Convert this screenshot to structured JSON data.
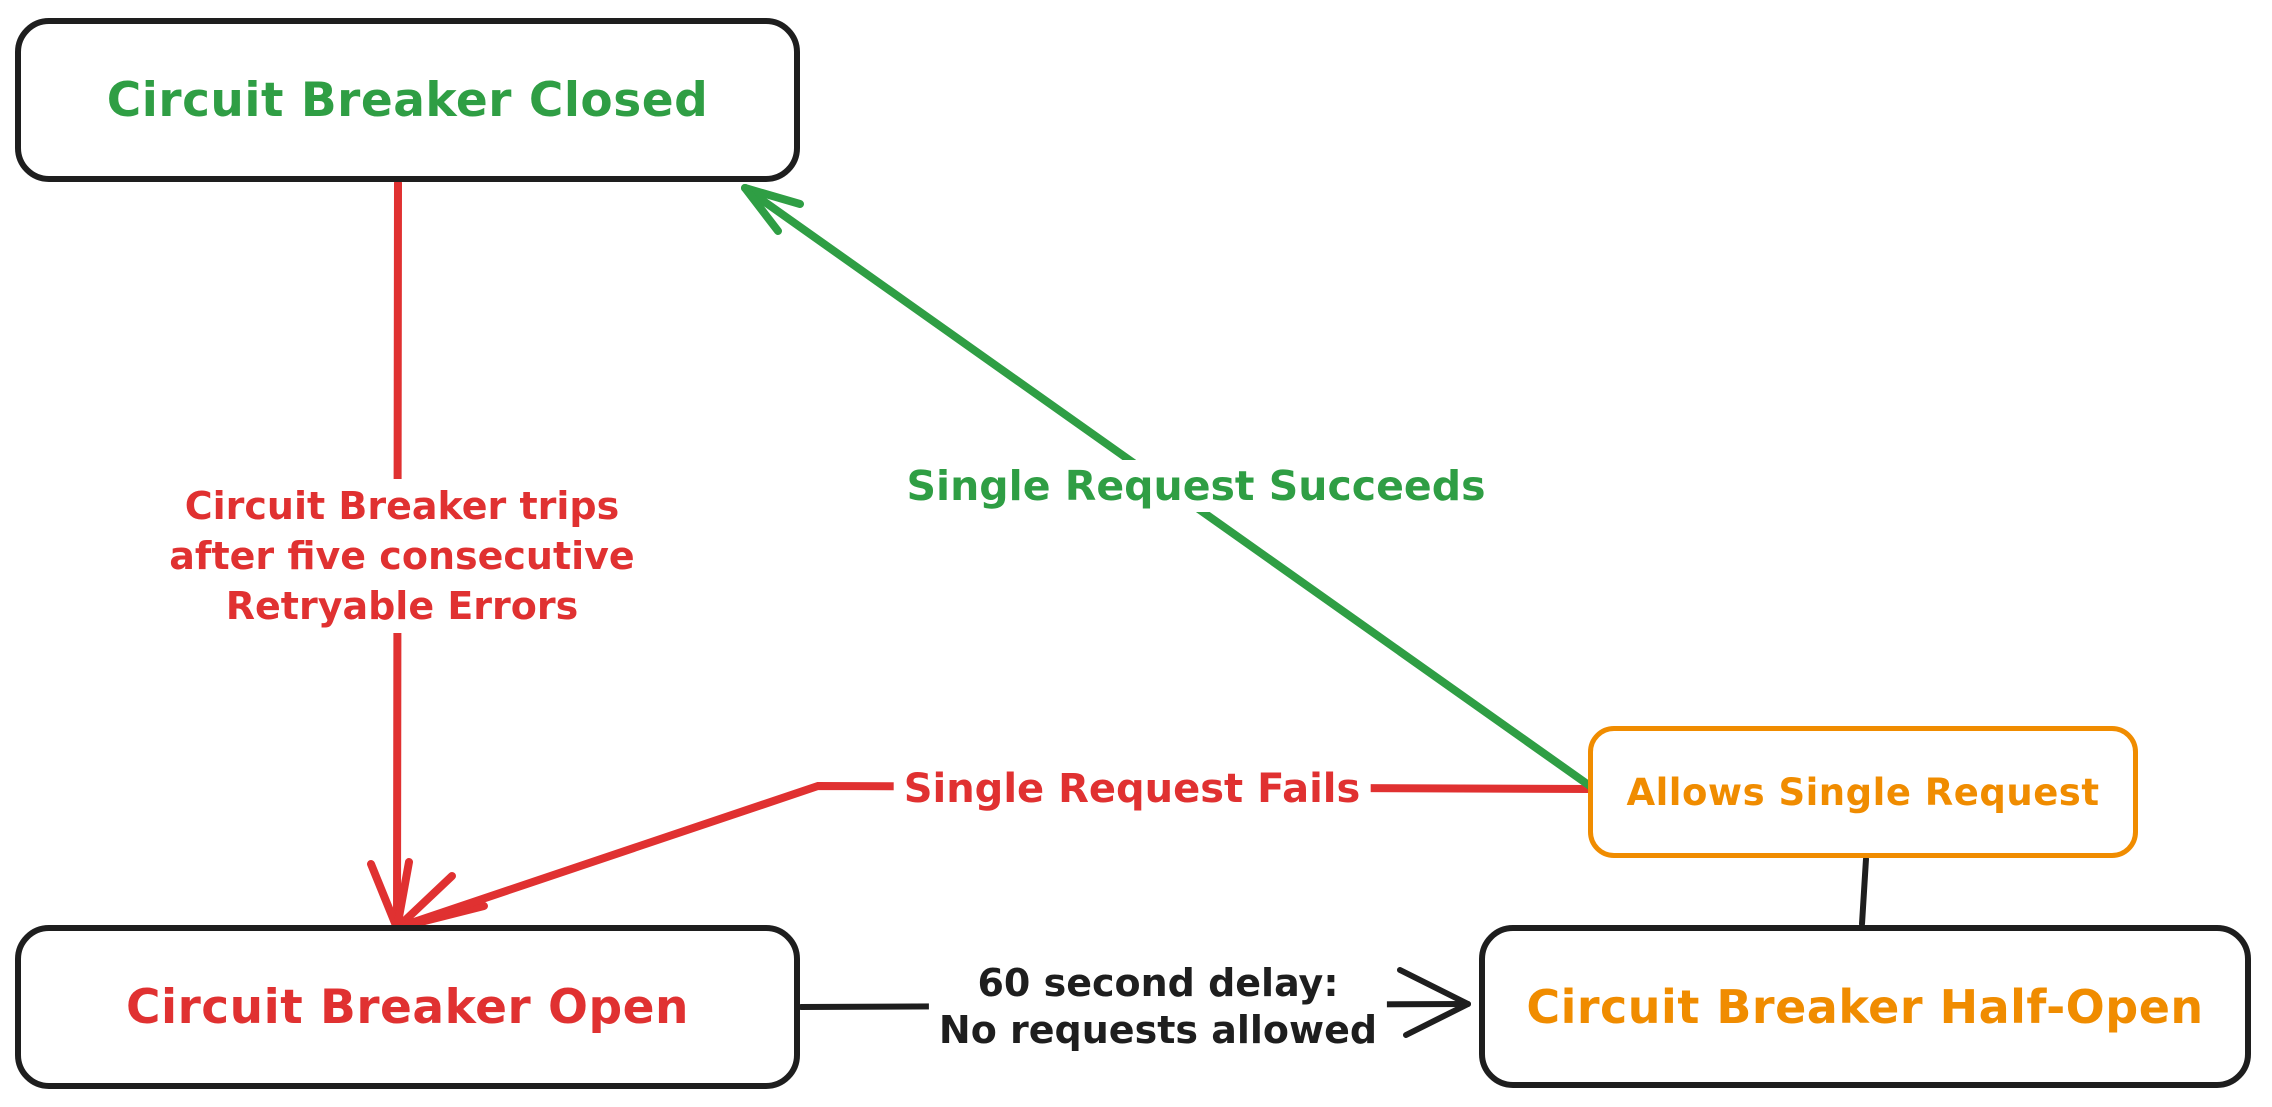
{
  "canvas": {
    "background": "#ffffff",
    "stroke_color": "#1e1e1e"
  },
  "colors": {
    "green": "#2f9e44",
    "red": "#e03131",
    "orange": "#f08c00",
    "black": "#1e1e1e"
  },
  "nodes": {
    "closed": {
      "label": "Circuit Breaker Closed",
      "text_color": "#2f9e44",
      "border_color": "#1e1e1e"
    },
    "open": {
      "label": "Circuit Breaker Open",
      "text_color": "#e03131",
      "border_color": "#1e1e1e"
    },
    "half_open": {
      "label": "Circuit Breaker Half-Open",
      "text_color": "#f08c00",
      "border_color": "#1e1e1e"
    },
    "allows": {
      "label": "Allows Single Request",
      "text_color": "#f08c00",
      "border_color": "#f08c00"
    }
  },
  "edges": {
    "trips": {
      "lines": [
        "Circuit Breaker trips",
        "after five consecutive",
        "Retryable Errors"
      ],
      "color": "#e03131",
      "from": "closed",
      "to": "open"
    },
    "succeeds": {
      "label": "Single Request Succeeds",
      "color": "#2f9e44",
      "from": "allows",
      "to": "closed"
    },
    "fails": {
      "label": "Single Request Fails",
      "color": "#e03131",
      "from": "allows",
      "to": "open"
    },
    "delay": {
      "lines": [
        "60 second delay:",
        "No requests allowed"
      ],
      "color": "#1e1e1e",
      "from": "open",
      "to": "half_open"
    },
    "link": {
      "color": "#1e1e1e",
      "from": "allows",
      "to": "half_open"
    }
  }
}
